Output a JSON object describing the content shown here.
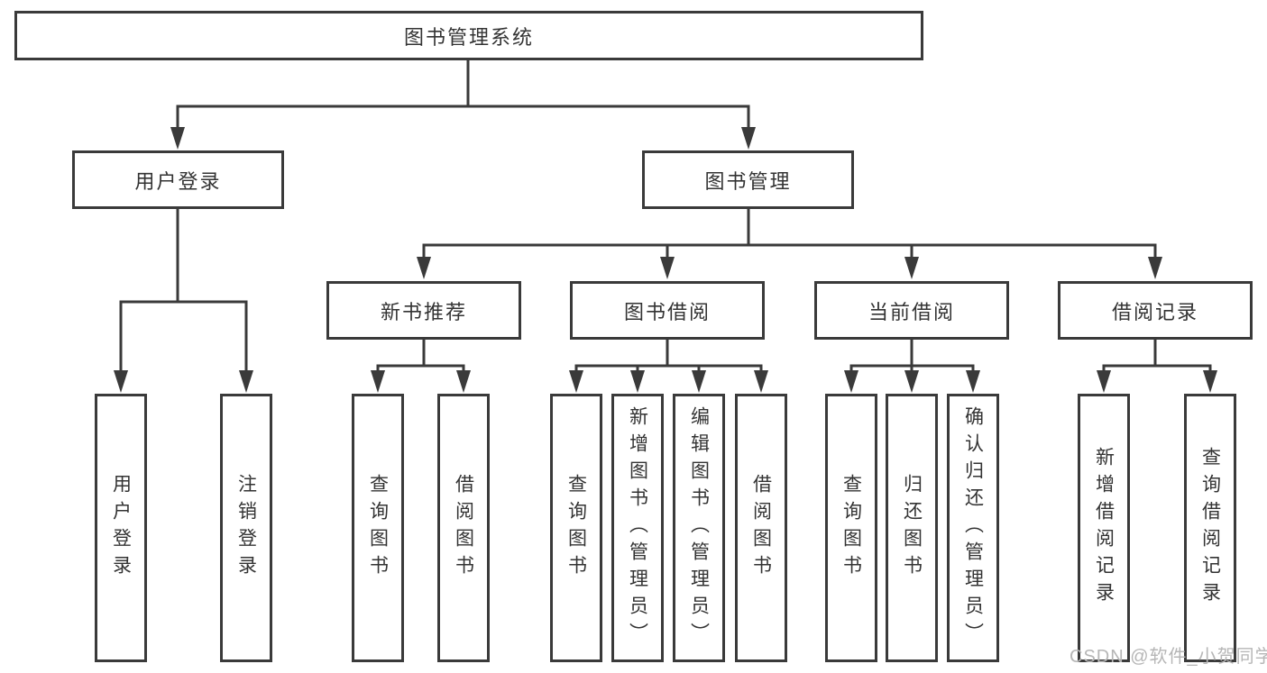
{
  "diagram": {
    "root": {
      "label": "图书管理系统"
    },
    "branches": [
      {
        "label": "用户登录",
        "children": [
          {
            "label": "用户登录"
          },
          {
            "label": "注销登录"
          }
        ]
      },
      {
        "label": "图书管理",
        "children": [
          {
            "label": "新书推荐",
            "children": [
              {
                "label": "查询图书"
              },
              {
                "label": "借阅图书"
              }
            ]
          },
          {
            "label": "图书借阅",
            "children": [
              {
                "label": "查询图书"
              },
              {
                "label": "新增图书（管理员）"
              },
              {
                "label": "编辑图书（管理员）"
              },
              {
                "label": "借阅图书"
              }
            ]
          },
          {
            "label": "当前借阅",
            "children": [
              {
                "label": "查询图书"
              },
              {
                "label": "归还图书"
              },
              {
                "label": "确认归还（管理员）"
              }
            ]
          },
          {
            "label": "借阅记录",
            "children": [
              {
                "label": "新增借阅记录"
              },
              {
                "label": "查询借阅记录"
              }
            ]
          }
        ]
      }
    ]
  },
  "watermark": {
    "text": "CSDN @软件_小贺同学"
  },
  "colors": {
    "line": "#3a3a3a",
    "box_border": "#3a3a3a",
    "text": "#333333",
    "watermark": "#b6b6b6",
    "background": "#ffffff"
  }
}
